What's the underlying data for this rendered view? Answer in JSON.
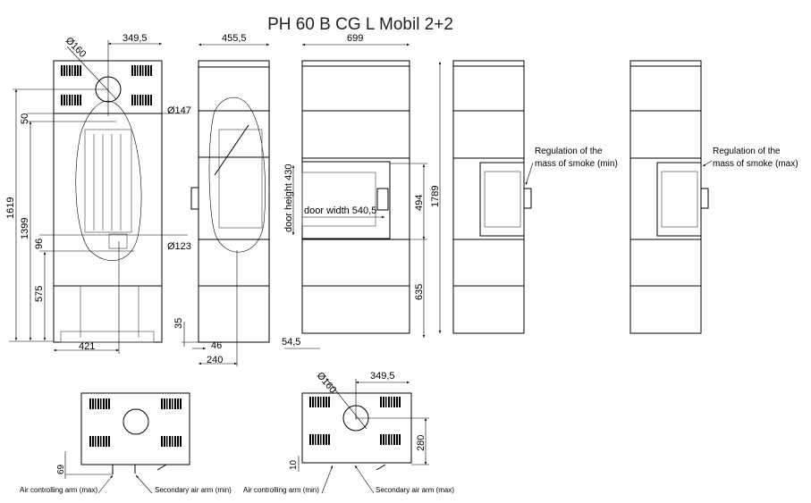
{
  "title": "PH 60 B CG L Mobil 2+2",
  "front_section": {
    "d160": "Ø160",
    "w349": "349,5",
    "d147": "Ø147",
    "d123": "Ø123",
    "h1619": "1619",
    "h1399": "1399",
    "h50": "50",
    "h96": "96",
    "h575": "575",
    "w421": "421"
  },
  "side_section": {
    "w455": "455,5",
    "h35": "35",
    "w46": "46",
    "w240": "240"
  },
  "front_view": {
    "w699": "699",
    "door_height": "door height 430",
    "door_width": "door width 540,5",
    "h494": "494",
    "h635": "635",
    "w54": "54,5"
  },
  "side_min": {
    "h1789": "1789",
    "label1": "Regulation of the",
    "label2": "mass of smoke (min)"
  },
  "side_max": {
    "label1": "Regulation of the",
    "label2": "mass of smoke (max)"
  },
  "plan_left": {
    "h69": "69",
    "air": "Air controlling arm  (max)",
    "secondary": "Secondary air arm (min)"
  },
  "plan_right": {
    "d160": "Ø160",
    "w349": "349,5",
    "h280": "280",
    "h10": "10",
    "air": "Air controlling arm (min)",
    "secondary": "Secondary air arm (max)"
  }
}
